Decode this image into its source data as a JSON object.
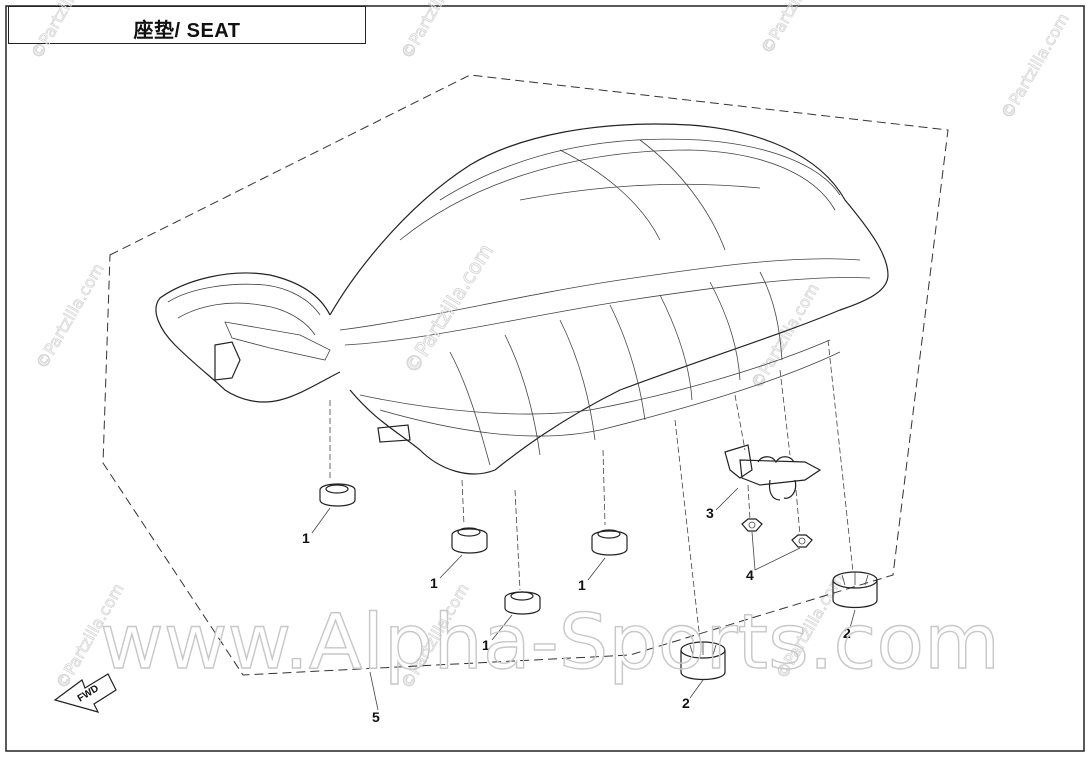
{
  "title": "座垫/ SEAT",
  "watermark_small": "©Partzilla.com",
  "watermark_big": "www.Alpha-Sports.com",
  "fwd_label": "FWD",
  "callouts": {
    "grommet_a": "1",
    "grommet_b": "1",
    "grommet_c": "1",
    "grommet_d": "1",
    "cushion_center": "2",
    "cushion_right": "2",
    "lock": "3",
    "nut": "4",
    "seat": "5"
  }
}
